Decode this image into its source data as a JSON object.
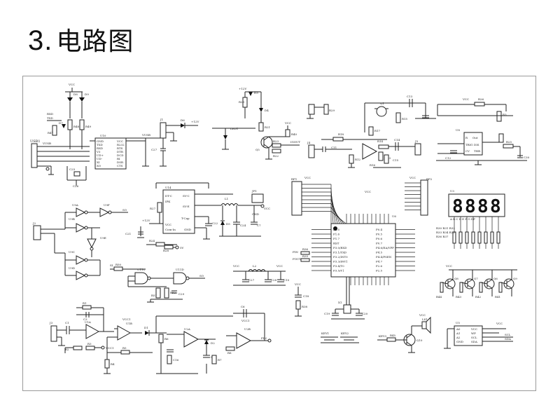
{
  "title": {
    "number": "3",
    "text": "电路图"
  },
  "usb": {
    "conn": "USB1",
    "net": "VUSB"
  },
  "u10": {
    "ref": "U10",
    "left_pins": [
      "GND",
      "TXD",
      "RXD",
      "V3",
      "UD+",
      "UD-",
      "XI",
      "XO"
    ],
    "right_pins": [
      "VCC",
      "R232",
      "RTS",
      "DTR",
      "DCD",
      "RI",
      "DSR",
      "CTS"
    ]
  },
  "leds_top": {
    "net": "VCC",
    "refs": [
      "D8",
      "D9"
    ],
    "rxd": "RXD",
    "txd": "TXD",
    "rs": [
      "R48",
      "R49"
    ],
    "r47": "R47",
    "d7": "D7"
  },
  "regulator": {
    "ref": "U14",
    "pins_left": [
      "DT-C",
      "IPK",
      "VCC",
      "Com-In"
    ],
    "pins_right": [
      "SV-C",
      "SV-E",
      "T-Cap",
      "GND"
    ],
    "r27": "R27",
    "c21": "C21",
    "c22": "C22",
    "r24": "R24",
    "r28": "R28",
    "v12": "+12V",
    "v5": "5V"
  },
  "power": {
    "j1": "J1",
    "d6": "D6",
    "net12": "+12V",
    "l1": "L1",
    "d5": "D5",
    "c24": "C24",
    "c7": "C7",
    "jp1": "JP1",
    "gnd": "GND",
    "vcc": "VCC"
  },
  "driver": {
    "r29": "R29",
    "d3": "D3",
    "d4": "D4",
    "led": "LED1",
    "q": "Q5",
    "r23": "R23",
    "r22": "R22",
    "r40": "R40",
    "vcc": "VCC",
    "igout": "IGOUT",
    "v12": "+12V"
  },
  "timer": {
    "ref": "U8",
    "pins": [
      "R",
      "Out",
      "TRIG",
      "DIS",
      "CV",
      "THR"
    ],
    "r26": "R26",
    "r3": "R3",
    "r25": "R25",
    "c12": "C12",
    "c30": "C30",
    "vcc": "VCC"
  },
  "opamp_top": {
    "j4": "J4",
    "j5": "J5",
    "r18": "R18",
    "r12": "R12",
    "r13": "R13",
    "r14": "R14",
    "r17": "R17",
    "r15": "R15",
    "r16": "R16",
    "c13": "C13",
    "c14": "C14",
    "c15": "C15",
    "q1": "Q1",
    "r29b": "R29",
    "c11": "C11"
  },
  "mcu": {
    "ref": "U6",
    "left_pins": [
      "P1.5",
      "P1.6",
      "P1.7",
      "RST",
      "P3.0/RXD",
      "P3.1/TXD",
      "P3.2/INT0",
      "P3.3/INT1",
      "P3.4/T0",
      "P3.5/T1"
    ],
    "right_pins": [
      "P0.4",
      "P0.5",
      "P0.6",
      "P0.7",
      "P4.6/EA/VPP",
      "P4.5",
      "P4.4/PSEN",
      "P4.7",
      "P2.6",
      "P2.5"
    ],
    "rp1": "RP1",
    "rp2": "RP2",
    "vcc": "VCC",
    "fin": "FIN",
    "fout": "FOUT",
    "r36": "R36",
    "r35": "R35"
  },
  "display": {
    "ref": "U3",
    "digits": "8888",
    "seg_labels": "A B C D E F G DP",
    "r_labels": [
      "R30",
      "R31",
      "R32",
      "R33",
      "R34",
      "R35",
      "R36",
      "R37"
    ]
  },
  "transistors": {
    "refs": [
      "Q8",
      "Q7",
      "Q6",
      "Q9"
    ],
    "r_labels": [
      "R44",
      "R43",
      "R42",
      "R41"
    ],
    "vcc": "VCC"
  },
  "logic": {
    "u9a": "U9A",
    "u9b": "U9B",
    "u9c": "U9C",
    "u9d": "U9D",
    "u9e": "U9E",
    "u9f": "U9F",
    "j2": "J2",
    "so": "SO",
    "si": "SI",
    "u11c": "U11C",
    "u11d": "U11D",
    "r50": "R50",
    "r51": "R51",
    "r52": "R52",
    "c29": "C29"
  },
  "filter": {
    "vcc": "VCC",
    "l2": "L2",
    "c27": "C27",
    "c28": "C28",
    "c10": "C10"
  },
  "crystal": {
    "x1": "X1",
    "c19": "C19",
    "c20": "C20",
    "r38": "R38",
    "c18": "C18",
    "vcc": "VCC"
  },
  "amp_chain": {
    "j3": "J3",
    "c1": "C1",
    "c2": "C2",
    "r1": "R1",
    "r2": "R2",
    "r3": "R3",
    "r4": "R4",
    "r5": "R5",
    "r6": "R6",
    "r7": "R7",
    "r8": "R8",
    "c3": "C3",
    "c4": "C4",
    "c5": "C5",
    "c6": "C6",
    "c16": "C16",
    "c17": "C17",
    "u1a": "U1A",
    "u1b": "U1B",
    "u2a": "U2A",
    "u2b": "U2B",
    "d1": "D1",
    "d2": "D2",
    "vcc": "VCC1",
    "fin": "FIN"
  },
  "keys": {
    "k1": "KEY1",
    "k2": "KEY2",
    "k3": "KEY3",
    "r45": "R45",
    "buzzer_q": "Q10",
    "buzzer": "LS1",
    "vcc": "VCC"
  },
  "eeprom": {
    "ref": "U5",
    "left": [
      "A0",
      "A1",
      "A2",
      "GND"
    ],
    "right": [
      "VCC",
      "WP",
      "SCL",
      "SDA"
    ],
    "vcc": "VCC",
    "scl": "SCL",
    "sda": "SDA"
  }
}
